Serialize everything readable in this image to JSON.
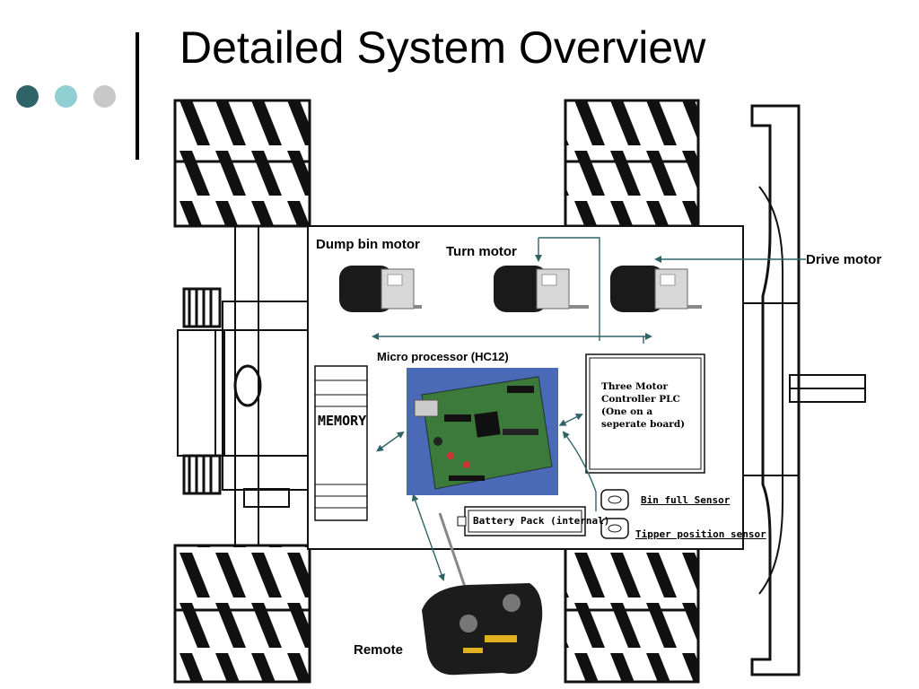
{
  "slide": {
    "title": "Detailed System Overview",
    "accent_dots": [
      "#2e6468",
      "#92cfd2",
      "#c8c8c8"
    ]
  },
  "diagram": {
    "labels": {
      "dump_bin_motor": "Dump bin motor",
      "turn_motor": "Turn motor",
      "drive_motor": "Drive motor",
      "micro_processor": "Micro processor (HC12)",
      "memory": "MEMORY",
      "plc": "Three Motor\nController PLC\n(One on a\nseperate board)",
      "battery_pack": "Battery Pack (internal)",
      "bin_full_sensor": "Bin full Sensor",
      "tipper_position_sensor": "Tipper position sensor",
      "remote": "Remote"
    },
    "colors": {
      "arrow": "#2e6468",
      "board": "#3b7a3a",
      "pcb_bg": "#4a6ab8"
    }
  }
}
